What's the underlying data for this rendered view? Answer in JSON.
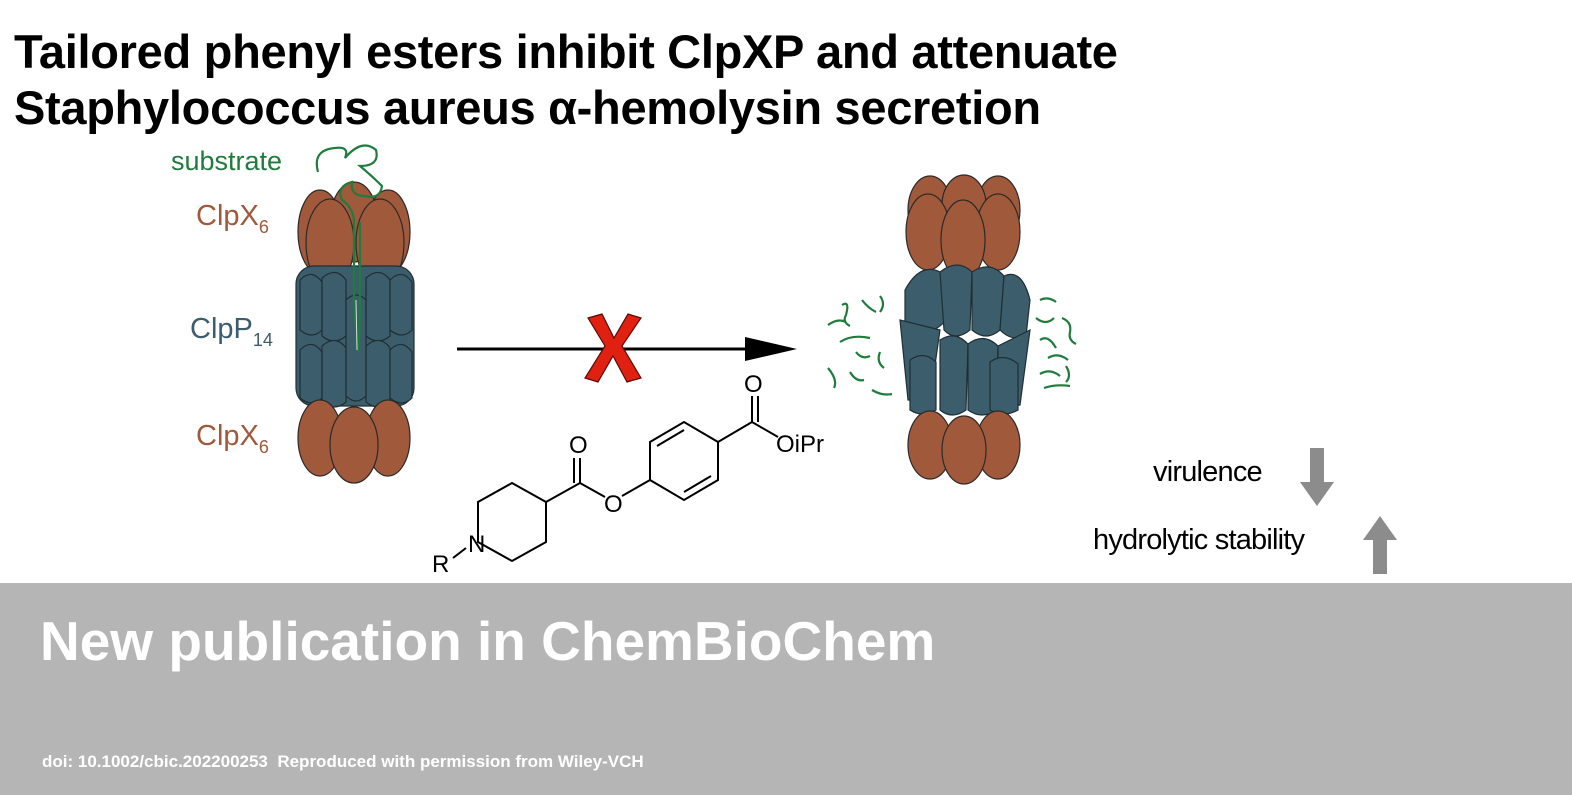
{
  "title": {
    "line1": "Tailored phenyl esters inhibit ClpXP and attenuate",
    "line2": "Staphylococcus aureus α-hemolysin secretion"
  },
  "diagram": {
    "labels": {
      "substrate": "substrate",
      "clpx_top": "ClpX",
      "clpx_top_sub": "6",
      "clpp": "ClpP",
      "clpp_sub": "14",
      "clpx_bottom": "ClpX",
      "clpx_bottom_sub": "6"
    },
    "molecule": {
      "o1": "O",
      "o2": "O",
      "o3": "O",
      "oipr": "OiPr",
      "n": "N",
      "r": "R"
    },
    "effects": {
      "virulence": "virulence",
      "hydrolytic_stability": "hydrolytic stability"
    },
    "colors": {
      "clpx": "#a0593a",
      "clpp": "#3c5d6b",
      "substrate": "#1e7c3c",
      "inhibition_x": "#e02010",
      "effect_arrow": "#8c8c8c"
    }
  },
  "footer": {
    "headline": "New publication in ChemBioChem",
    "credit": "doi: 10.1002/cbic.202200253  Reproduced with permission from Wiley-VCH"
  }
}
